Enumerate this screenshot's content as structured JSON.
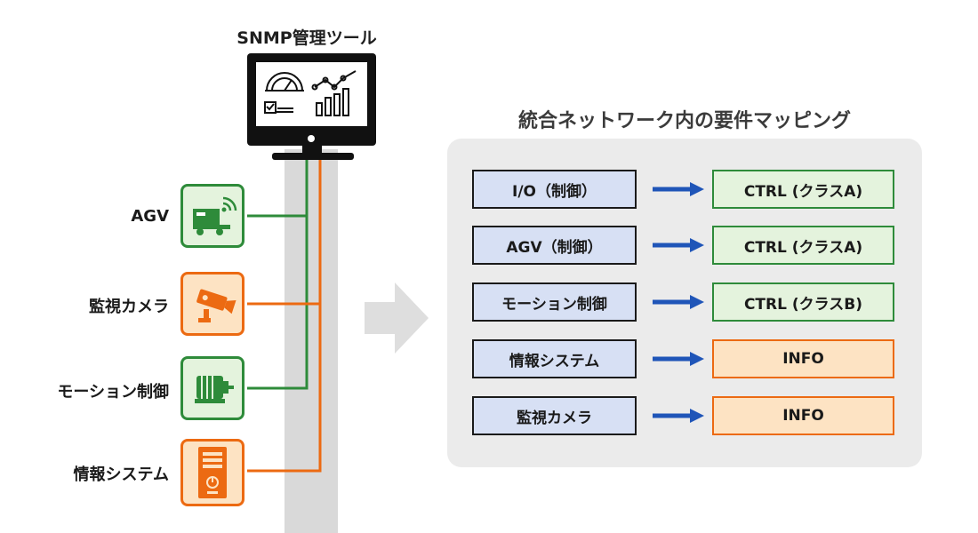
{
  "header": {
    "snmp_title": "SNMP管理ツール"
  },
  "devices": [
    {
      "label": "AGV",
      "icon": "agv-icon",
      "color": "#2e8b3a"
    },
    {
      "label": "監視カメラ",
      "icon": "camera-icon",
      "color": "#ec6a12"
    },
    {
      "label": "モーション制御",
      "icon": "motor-icon",
      "color": "#2e8b3a"
    },
    {
      "label": "情報システム",
      "icon": "server-icon",
      "color": "#ec6a12"
    }
  ],
  "mapping": {
    "title": "統合ネットワーク内の要件マッピング",
    "rows": [
      {
        "requirement": "I/O（制御）",
        "class": "CTRL (クラスA)",
        "kind": "ctrl"
      },
      {
        "requirement": "AGV（制御）",
        "class": "CTRL (クラスA)",
        "kind": "ctrl"
      },
      {
        "requirement": "モーション制御",
        "class": "CTRL (クラスB)",
        "kind": "ctrl"
      },
      {
        "requirement": "情報システム",
        "class": "INFO",
        "kind": "info"
      },
      {
        "requirement": "監視カメラ",
        "class": "INFO",
        "kind": "info"
      }
    ]
  },
  "colors": {
    "control_green": "#2e8b3a",
    "info_orange": "#ec6a12",
    "arrow_blue": "#1f55b8",
    "requirement_fill": "#d7e0f4"
  }
}
